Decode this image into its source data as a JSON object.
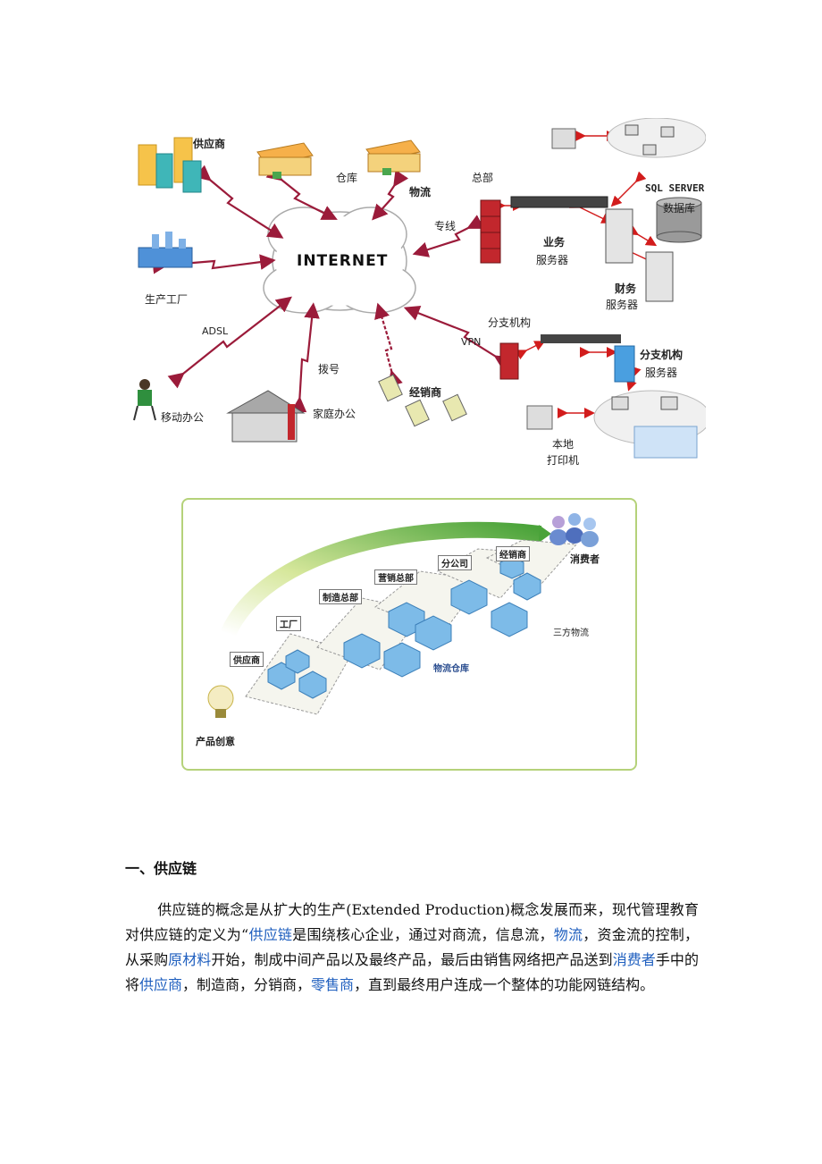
{
  "network_diagram": {
    "center": "INTERNET",
    "labels": {
      "supplier": "供应商",
      "warehouse": "仓库",
      "logistics": "物流",
      "headquarters": "总部",
      "dedicated_line": "专线",
      "sql_server": "SQL  SERVER",
      "database": "数据库",
      "business": "业务",
      "business_server": "服务器",
      "finance": "财务",
      "finance_server": "服务器",
      "factory": "生产工厂",
      "adsl": "ADSL",
      "branch": "分支机构",
      "vpn": "VPN",
      "branch_server_title": "分支机构",
      "branch_server": "服务器",
      "dialup": "拨号",
      "mobile_office": "移动办公",
      "home_office": "家庭办公",
      "dealer": "经销商",
      "local": "本地",
      "printer": "打印机"
    }
  },
  "flow_diagram": {
    "labels": {
      "consumer": "消费者",
      "dealer": "经销商",
      "branch_company": "分公司",
      "sales_hq": "营销总部",
      "manufacturing_hq": "制造总部",
      "factory": "工厂",
      "supplier": "供应商",
      "third_party": "三方物流",
      "logistics_warehouse": "物流仓库",
      "product_idea": "产品创意"
    }
  },
  "section": {
    "title": "一、供应链"
  },
  "paragraph": {
    "p1": "供应链的概念是从扩大的生产(Extended Production)概念发展而来，现代管理教育对供应链的定义为“",
    "l1": "供应链",
    "p2": "是围绕核心企业，通过对商流，信息流，",
    "l2": "物流",
    "p3": "，资金流的控制，从采购",
    "l3": "原材料",
    "p4": "开始，制成中间产品以及最终产品，最后由销售网络把产品送到",
    "l4": "消费者",
    "p5": "手中的将",
    "l5": "供应商",
    "p6": "，制造商，分销商，",
    "l6": "零售商",
    "p7": "，直到最终用户连成一个整体的功能网链结构。"
  },
  "colors": {
    "link": "#1f5fbf",
    "arrow": "#9b1b3a",
    "frame": "#b5d27a"
  }
}
